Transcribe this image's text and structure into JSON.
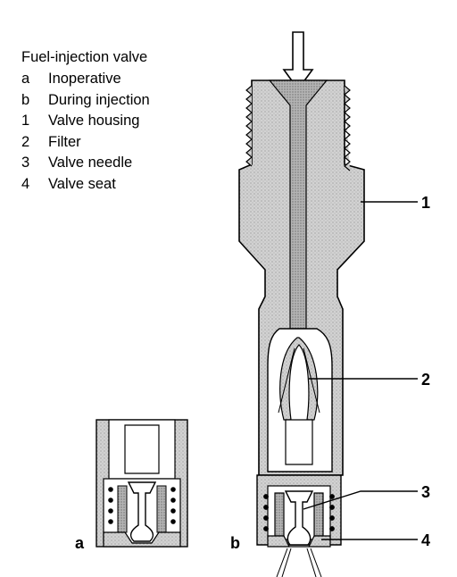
{
  "legend": {
    "title": "Fuel-injection valve",
    "items": [
      {
        "key": "a",
        "text": "Inoperative"
      },
      {
        "key": "b",
        "text": "During injection"
      },
      {
        "key": "1",
        "text": "Valve housing"
      },
      {
        "key": "2",
        "text": "Filter"
      },
      {
        "key": "3",
        "text": "Valve needle"
      },
      {
        "key": "4",
        "text": "Valve seat"
      }
    ]
  },
  "panels": {
    "a": "a",
    "b": "b"
  },
  "callouts": {
    "c1": "1",
    "c2": "2",
    "c3": "3",
    "c4": "4"
  },
  "colors": {
    "housing_fill": "#cfcfcf",
    "outline": "#000000",
    "background": "#ffffff"
  }
}
